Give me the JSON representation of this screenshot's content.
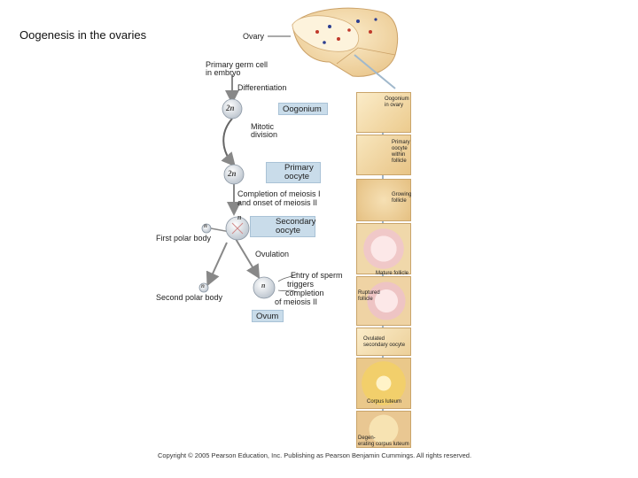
{
  "title": "Oogenesis in the ovaries",
  "labels": {
    "ovary": "Ovary",
    "primary_germ_cell_l1": "Primary germ cell",
    "primary_germ_cell_l2": "in embryo",
    "differentiation": "Differentiation",
    "oogonium": "Oogonium",
    "mitotic_l1": "Mitotic",
    "mitotic_l2": "division",
    "primary_oocyte_l1": "Primary",
    "primary_oocyte_l2": "oocyte",
    "meiosis_l1": "Completion of meiosis I",
    "meiosis_l2": "and onset of meiosis II",
    "secondary_oocyte_l1": "Secondary",
    "secondary_oocyte_l2": "oocyte",
    "first_polar_body": "First polar body",
    "ovulation": "Ovulation",
    "entry_l1": "Entry of sperm",
    "entry_l2": "triggers",
    "entry_l3": "completion",
    "entry_l4": "of meiosis II",
    "second_polar_body": "Second polar body",
    "ovum": "Ovum"
  },
  "cell_labels": {
    "oogonium_ploidy": "2n",
    "primary_oocyte_ploidy": "2n",
    "secondary_oocyte_ploidy": "n",
    "first_polar_ploidy": "n",
    "second_polar_ploidy": "n",
    "ovum_ploidy": "n"
  },
  "stages": {
    "oogonium_in_ovary_l1": "Oogonium",
    "oogonium_in_ovary_l2": "in ovary",
    "primary_oocyte_follicle_l1": "Primary",
    "primary_oocyte_follicle_l2": "oocyte",
    "primary_oocyte_follicle_l3": "within",
    "primary_oocyte_follicle_l4": "follicle",
    "growing_follicle_l1": "Growing",
    "growing_follicle_l2": "follicle",
    "mature_follicle": "Mature follicle",
    "ruptured_follicle_l1": "Ruptured",
    "ruptured_follicle_l2": "follicle",
    "ovulated_l1": "Ovulated",
    "ovulated_l2": "secondary oocyte",
    "corpus_luteum": "Corpus luteum",
    "degenerating_l1": "Degen-",
    "degenerating_l2": "erating corpus luteum"
  },
  "copyright": "Copyright © 2005 Pearson Education, Inc. Publishing as Pearson Benjamin Cummings. All rights reserved.",
  "colors": {
    "bar": "#c9dcea",
    "ovary_tissue": "#f3d9a6",
    "follicle_pink": "#f0c8c8",
    "corpus_luteum": "#f2cf6b"
  }
}
